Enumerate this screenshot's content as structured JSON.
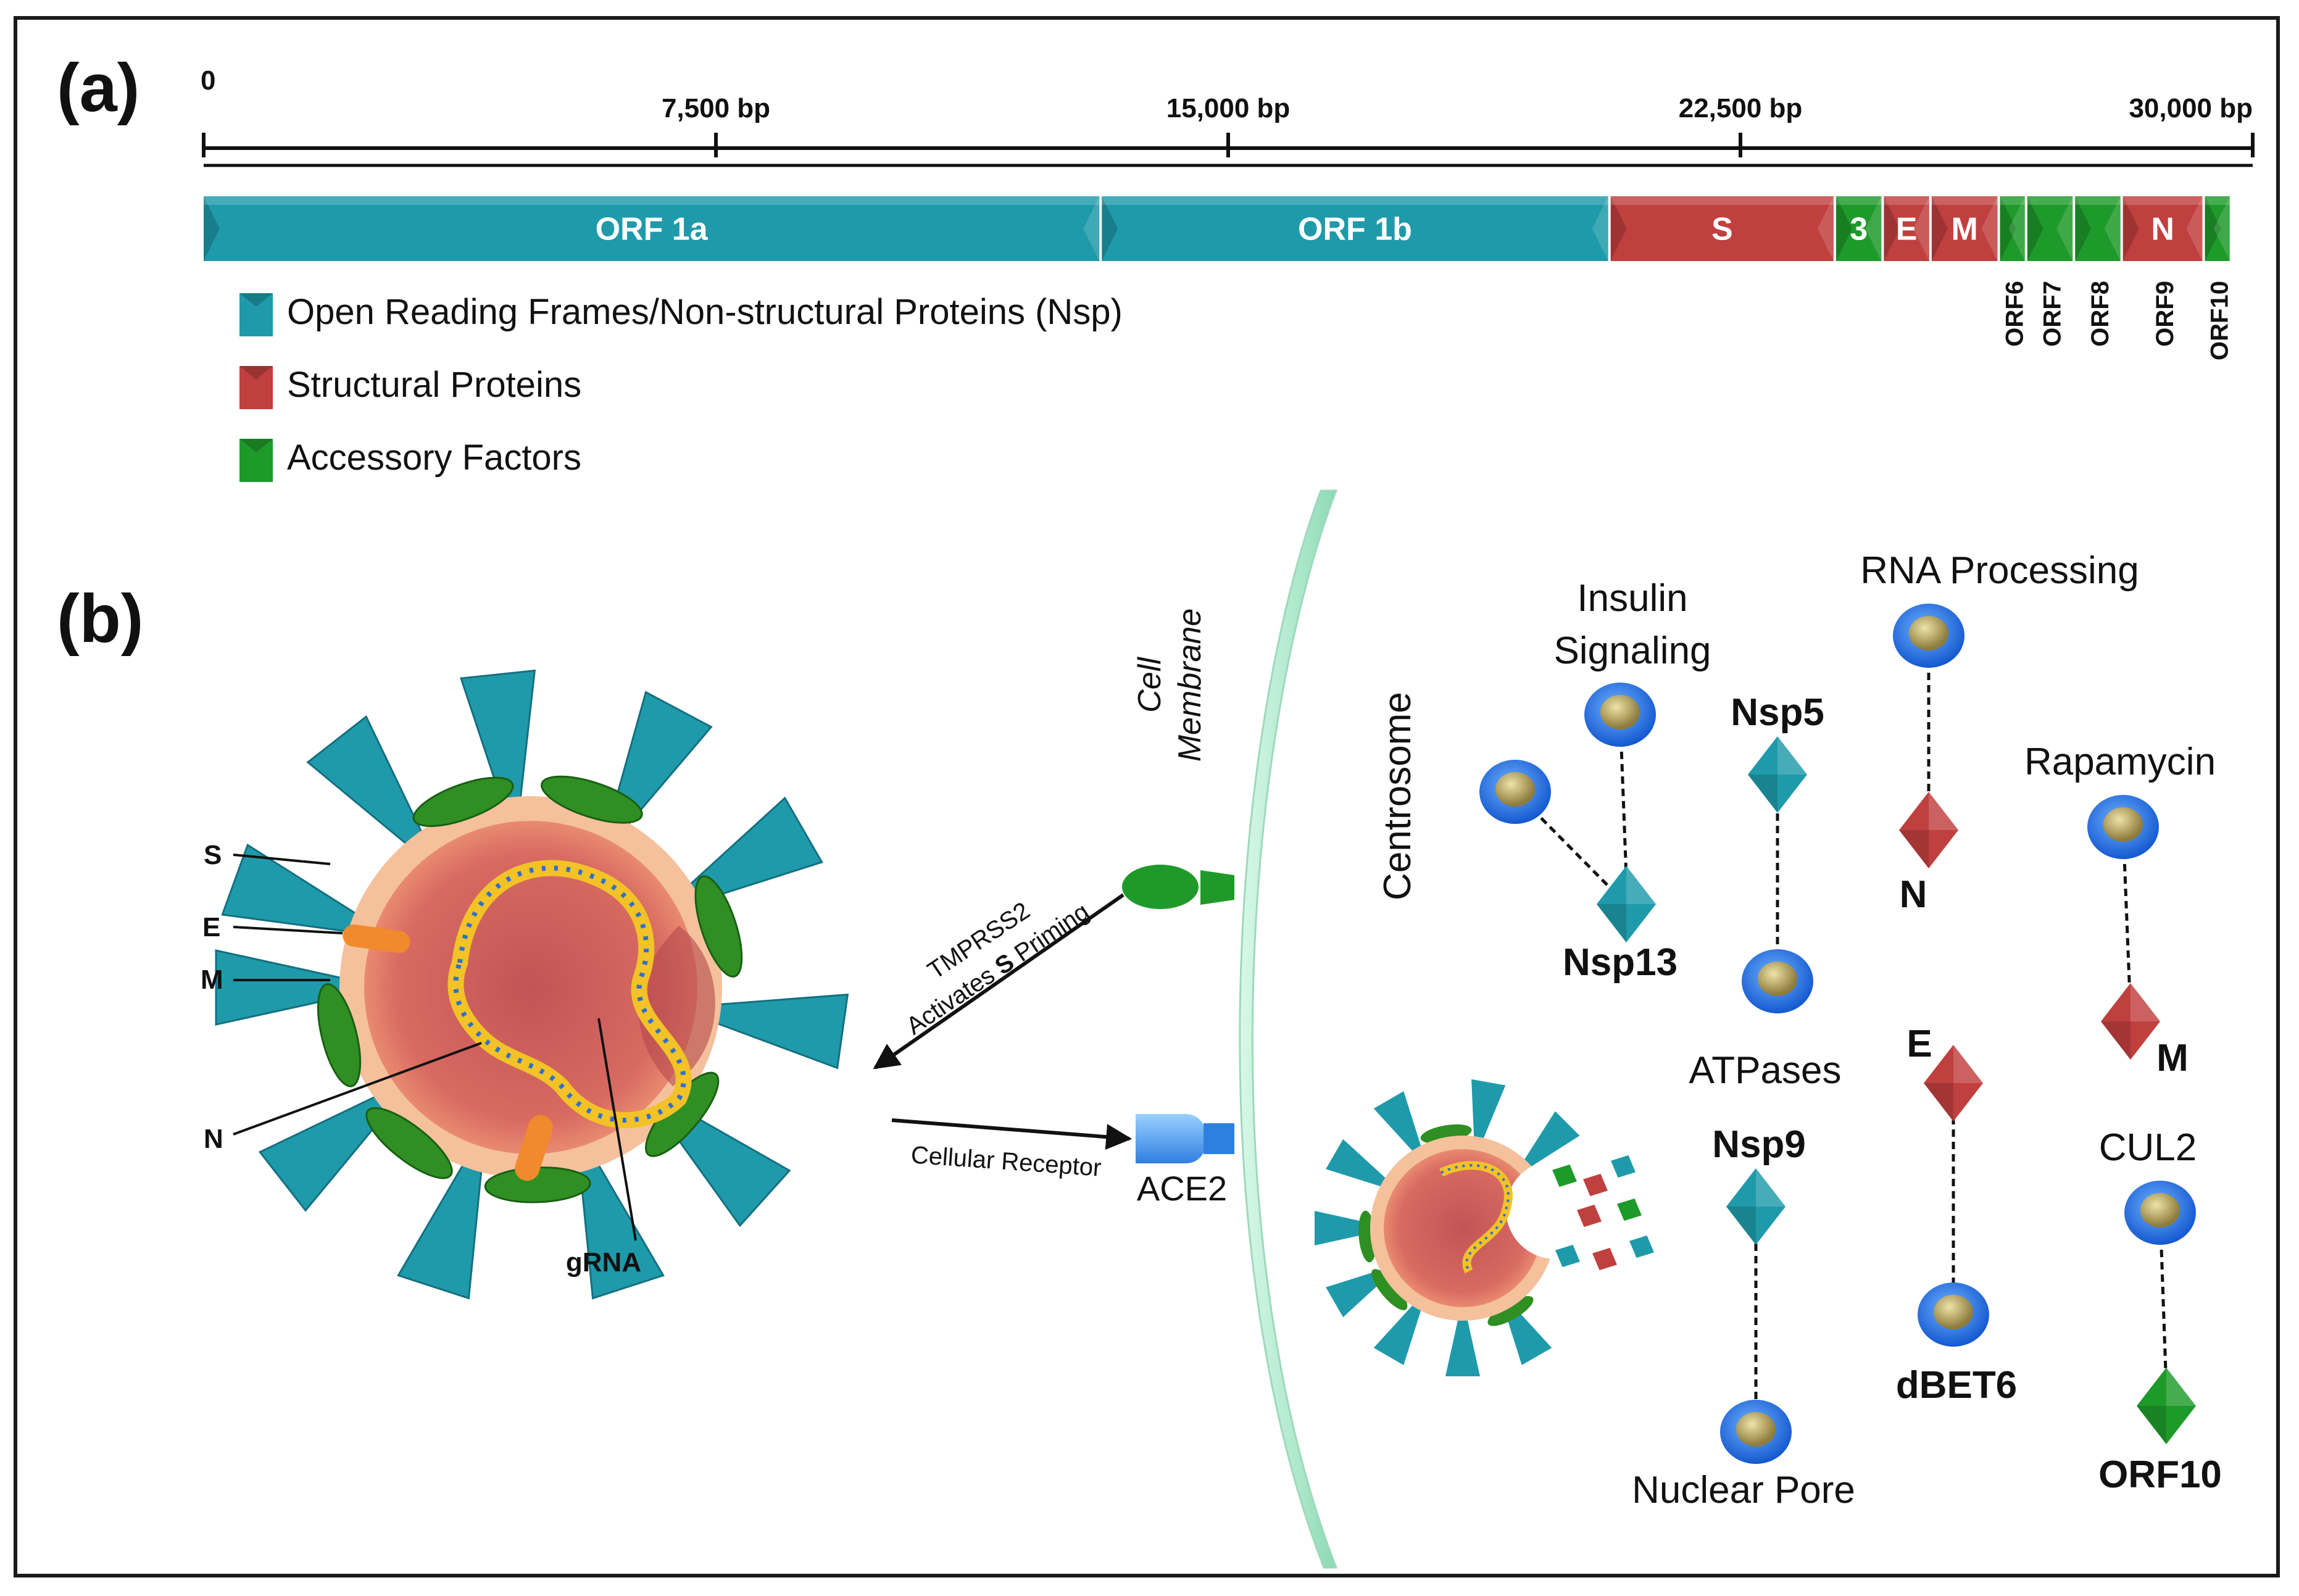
{
  "panel_a": {
    "label": "(a)",
    "scale": {
      "ticks": [
        {
          "value": 0,
          "label": "0"
        },
        {
          "value": 7500,
          "label": "7,500 bp"
        },
        {
          "value": 15000,
          "label": "15,000 bp"
        },
        {
          "value": 22500,
          "label": "22,500 bp"
        },
        {
          "value": 30000,
          "label": "30,000 bp"
        }
      ]
    },
    "genes": [
      {
        "label": "ORF 1a",
        "class": "nsp",
        "start": 0,
        "end": 13150
      },
      {
        "label": "ORF 1b",
        "class": "nsp",
        "start": 13150,
        "end": 20600
      },
      {
        "label": "S",
        "class": "structural",
        "start": 20600,
        "end": 23900
      },
      {
        "label": "3",
        "class": "accessory",
        "start": 23900,
        "end": 24600
      },
      {
        "label": "E",
        "class": "structural",
        "start": 24600,
        "end": 25300
      },
      {
        "label": "M",
        "class": "structural",
        "start": 25300,
        "end": 26300
      },
      {
        "label": "",
        "class": "accessory",
        "start": 26300,
        "end": 26700
      },
      {
        "label": "",
        "class": "accessory",
        "start": 26700,
        "end": 27400
      },
      {
        "label": "",
        "class": "accessory",
        "start": 27400,
        "end": 28100
      },
      {
        "label": "N",
        "class": "structural",
        "start": 28100,
        "end": 29300
      },
      {
        "label": "",
        "class": "accessory",
        "start": 29300,
        "end": 29700
      }
    ],
    "small_orfs": [
      "ORF6",
      "ORF7",
      "ORF8",
      "ORF9",
      "ORF10"
    ],
    "legend": [
      {
        "label": "Open Reading Frames/Non-structural Proteins (Nsp)",
        "color": "#1f9aaa"
      },
      {
        "label": "Structural Proteins",
        "color": "#c0403f"
      },
      {
        "label": "Accessory Factors",
        "color": "#1e9a2a"
      }
    ],
    "colors": {
      "nsp": "#1f9aaa",
      "structural": "#c0403f",
      "accessory": "#1e9a2a"
    }
  },
  "panel_b": {
    "label": "(b)",
    "virion_labels": {
      "s": "S",
      "e": "E",
      "m": "M",
      "n": "N",
      "grna": "gRNA"
    },
    "membrane_label_1": "Cell",
    "membrane_label_2": "Membrane",
    "tmprss2_line1": "TMPRSS2",
    "tmprss2_line2_pre": "Activates ",
    "tmprss2_line2_bold": "S",
    "tmprss2_line2_post": " Priming",
    "receptor_label": "Cellular Receptor",
    "ace2_label": "ACE2",
    "interactions": {
      "centrosome": "Centrosome",
      "insulin_1": "Insulin",
      "insulin_2": "Signaling",
      "nsp13": "Nsp13",
      "nsp5": "Nsp5",
      "rna_processing": "RNA Processing",
      "n": "N",
      "rapamycin": "Rapamycin",
      "m": "M",
      "atpases": "ATPases",
      "nsp9": "Nsp9",
      "nuclear_pore": "Nuclear Pore",
      "e": "E",
      "dbet6": "dBET6",
      "cul2": "CUL2",
      "orf10": "ORF10"
    },
    "colors": {
      "membrane": "#bff0d6",
      "host_protein": "#1f6fe0",
      "drug_core": "#b7a45a"
    }
  }
}
